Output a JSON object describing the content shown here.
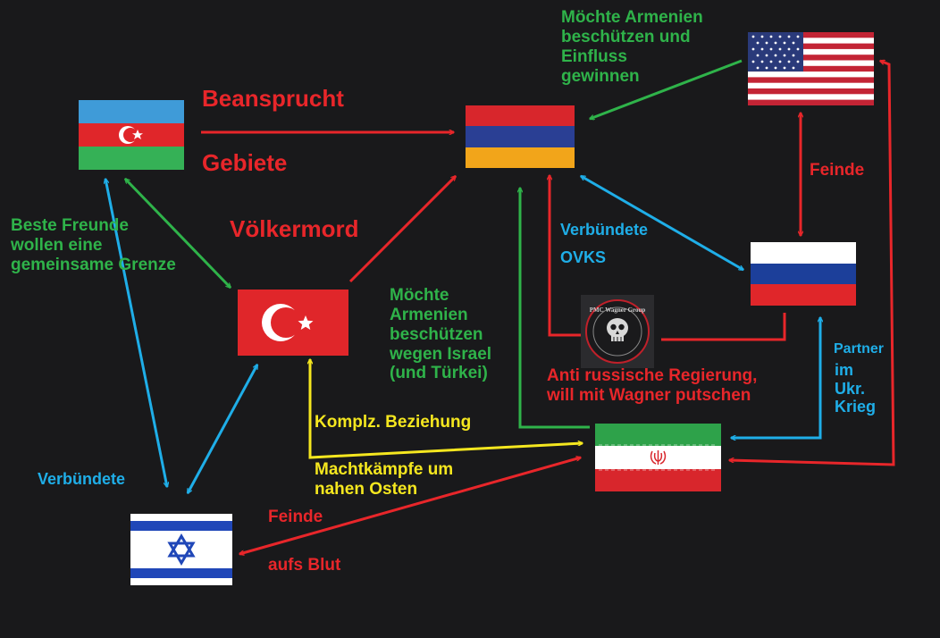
{
  "colors": {
    "background": "#19191b",
    "green": "#2fb34a",
    "red": "#e8262a",
    "blue": "#1faee8",
    "yellow": "#f5e71f"
  },
  "flags": {
    "azerbaijan": "azerbaijan-flag-icon",
    "armenia": "armenia-flag-icon",
    "usa": "usa-flag-icon",
    "russia": "russia-flag-icon",
    "turkey": "turkey-flag-icon",
    "wagner": "wagner-group-logo",
    "iran": "iran-flag-icon",
    "israel": "israel-flag-icon"
  },
  "wagner_logo_text": "PMC Wagner Group",
  "labels": {
    "us_armenia": [
      "Möchte Armenien",
      "beschützen und",
      "Einfluss",
      "gewinnen"
    ],
    "claims_1": "Beansprucht",
    "claims_2": "Gebiete",
    "best_friends": [
      "Beste Freunde",
      "wollen eine",
      "gemeinsame Grenze"
    ],
    "genocide": "Völkermord",
    "enemies_us_ru": "Feinde",
    "allies_csto_1": "Verbündete",
    "allies_csto_2": "OVKS",
    "iran_armenia": [
      "Möchte",
      "Armenien",
      "beschützen",
      "wegen Israel",
      "(und Türkei)"
    ],
    "anti_russia": [
      "Anti russische Regierung,",
      "will mit Wagner putschen"
    ],
    "partner": "Partner",
    "in_ukr_war": [
      "im",
      "Ukr.",
      "Krieg"
    ],
    "complex_relation": "Komplz. Beziehung",
    "power_struggle": [
      "Machtkämpfe um",
      "nahen Osten"
    ],
    "allies_left": "Verbündete",
    "enemies_blood_1": "Feinde",
    "enemies_blood_2": "aufs Blut"
  }
}
